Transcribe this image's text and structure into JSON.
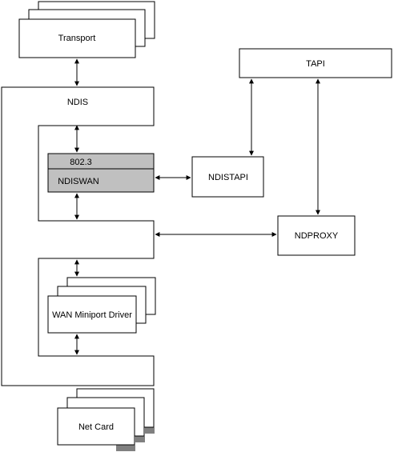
{
  "labels": {
    "transport": "Transport",
    "ndis": "NDIS",
    "tapi": "TAPI",
    "ieee8023": "802.3",
    "ndiswan": "NDISWAN",
    "ndistapi": "NDISTAPI",
    "ndproxy": "NDPROXY",
    "wan_miniport": "WAN Miniport Driver",
    "net_card": "Net Card"
  }
}
